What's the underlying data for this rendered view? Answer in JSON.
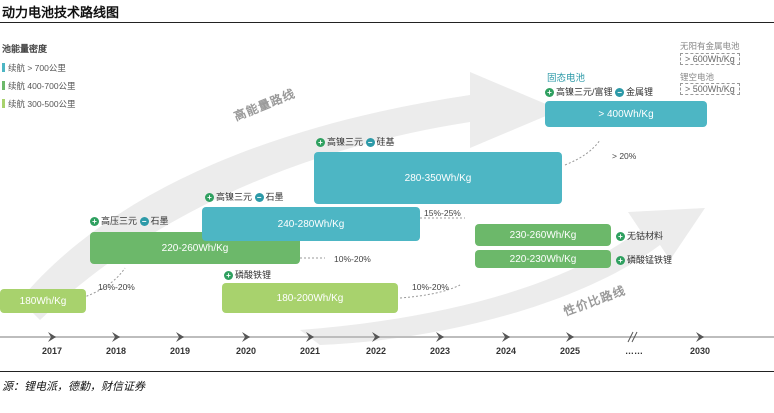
{
  "title": "动力电池技术路线图",
  "legend": {
    "title": "池能量密度",
    "items": [
      {
        "label": "续航 > 700公里",
        "color": "#4db6c4"
      },
      {
        "label": "续航 400-700公里",
        "color": "#6cb86a"
      },
      {
        "label": "续航 300-500公里",
        "color": "#a8d26d"
      }
    ]
  },
  "arrows": {
    "high_energy": "高能量路线",
    "cost_perf": "性价比路线"
  },
  "boxes": {
    "b180": "180Wh/Kg",
    "b220": "220-260Wh/Kg",
    "b240": "240-280Wh/Kg",
    "b280": "280-350Wh/Kg",
    "b400": "> 400Wh/Kg",
    "b180200": "180-200Wh/Kg",
    "b230": "230-260Wh/Kg",
    "b220230": "220-230Wh/Kg"
  },
  "labels": {
    "hv_ternary": "高压三元",
    "graphite1": "石墨",
    "hn_ternary1": "高镍三元",
    "graphite2": "石墨",
    "hn_ternary2": "高镍三元",
    "silicon": "硅基",
    "solid_state": "固态电池",
    "hn_rich": "高镍三元/富锂",
    "li_metal": "金属锂",
    "lfp": "磷酸铁锂",
    "cobalt_free": "无钴材料",
    "lmfp": "磷酸锰铁锂"
  },
  "pcts": {
    "p1": "10%-20%",
    "p2": "10%-20%",
    "p3": "15%-25%",
    "p4": "> 20%",
    "p5": "10%-20%"
  },
  "future": {
    "anode_free": "无阳有金属电池",
    "anode_free_val": "> 600Wh/Kg",
    "li_air": "锂空电池",
    "li_air_val": "> 500Wh/Kg"
  },
  "years": [
    "2017",
    "2018",
    "2019",
    "2020",
    "2021",
    "2022",
    "2023",
    "2024",
    "2025",
    "……",
    "2030"
  ],
  "source": "源：锂电派，德勤，财信证券",
  "colors": {
    "plus": "#2fa060",
    "minus": "#2d9aa8"
  }
}
